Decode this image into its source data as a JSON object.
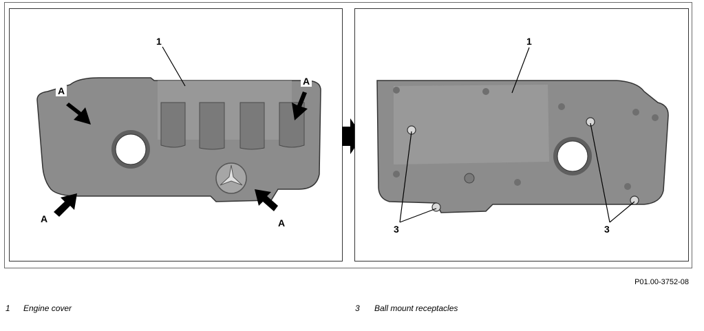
{
  "figure_id": "P01.00-3752-08",
  "callouts": {
    "engine_cover": "1",
    "ball_mount": "3",
    "arrow_label": "A"
  },
  "legend": [
    {
      "number": "1",
      "text": "Engine cover"
    },
    {
      "number": "3",
      "text": "Ball mount receptacles"
    }
  ],
  "colors": {
    "cover_fill": "#8c8c8c",
    "cover_dark": "#5f5f5f",
    "cover_light": "#a6a6a6",
    "arrow": "#000000"
  }
}
